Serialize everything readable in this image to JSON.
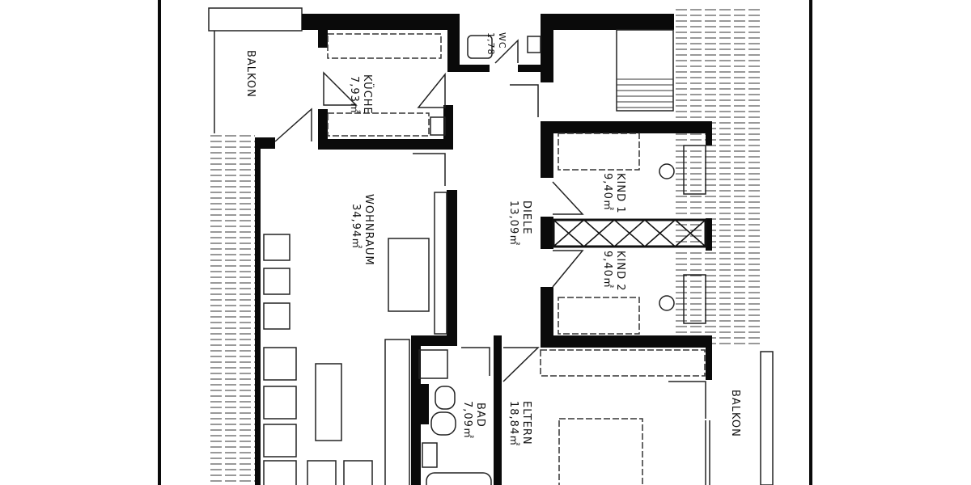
{
  "plan": {
    "rooms": [
      {
        "name": "BALKON",
        "area": ""
      },
      {
        "name": "KÜCHE",
        "area": "7,93㎡"
      },
      {
        "name": "WC",
        "area": "1,78"
      },
      {
        "name": "WOHNRAUM",
        "area": "34,94㎡"
      },
      {
        "name": "DIELE",
        "area": "13,09㎡"
      },
      {
        "name": "KIND 1",
        "area": "9,40㎡"
      },
      {
        "name": "KIND 2",
        "area": "9,40㎡"
      },
      {
        "name": "BAD",
        "area": "7,09㎡"
      },
      {
        "name": "ELTERN",
        "area": "18,84㎡"
      },
      {
        "name": "BALKON",
        "area": ""
      }
    ],
    "colors": {
      "ink": "#0a0a0a",
      "paper": "#ffffff"
    }
  }
}
